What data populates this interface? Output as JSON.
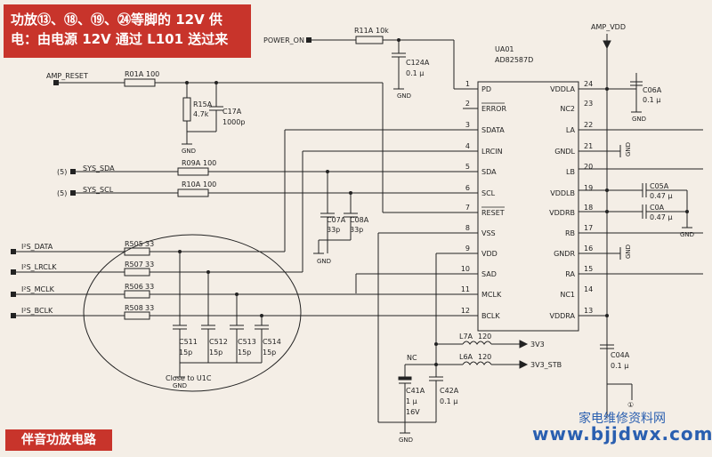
{
  "banner": {
    "line1": "功放⑬、⑱、⑲、㉔等脚的 12V 供",
    "line2": "电：由电源 12V 通过 L101 送过来"
  },
  "footer": {
    "label": "伴音功放电路"
  },
  "watermark": {
    "cn": "家电维修资料网",
    "url": "www.bjjdwx.com"
  },
  "ic": {
    "ref": "UA01",
    "part": "AD82587D",
    "left_pins": [
      {
        "num": "1",
        "name": "PD"
      },
      {
        "num": "2",
        "name": "ERROR"
      },
      {
        "num": "3",
        "name": "SDATA"
      },
      {
        "num": "4",
        "name": "LRCIN"
      },
      {
        "num": "5",
        "name": "SDA"
      },
      {
        "num": "6",
        "name": "SCL"
      },
      {
        "num": "7",
        "name": "RESET"
      },
      {
        "num": "8",
        "name": "VSS"
      },
      {
        "num": "9",
        "name": "VDD"
      },
      {
        "num": "10",
        "name": "SAD"
      },
      {
        "num": "11",
        "name": "MCLK"
      },
      {
        "num": "12",
        "name": "BCLK"
      }
    ],
    "right_pins": [
      {
        "num": "24",
        "name": "VDDLA"
      },
      {
        "num": "23",
        "name": "NC2"
      },
      {
        "num": "22",
        "name": "LA"
      },
      {
        "num": "21",
        "name": "GNDL"
      },
      {
        "num": "20",
        "name": "LB"
      },
      {
        "num": "19",
        "name": "VDDLB"
      },
      {
        "num": "18",
        "name": "VDDRB"
      },
      {
        "num": "17",
        "name": "RB"
      },
      {
        "num": "16",
        "name": "GNDR"
      },
      {
        "num": "15",
        "name": "RA"
      },
      {
        "num": "14",
        "name": "NC1"
      },
      {
        "num": "13",
        "name": "VDDRA"
      }
    ]
  },
  "nets": {
    "amp_vdd": "AMP_VDD",
    "power_on": "POWER_ON",
    "amp_reset": "AMP_RESET",
    "sys_sda": "SYS_SDA",
    "sys_scl": "SYS_SCL",
    "sda_tag": "(5)",
    "scl_tag": "(5)",
    "i2s_data": "I²S_DATA",
    "i2s_lrclk": "I²S_LRCLK",
    "i2s_mclk": "I²S_MCLK",
    "i2s_bclk": "I²S_BCLK",
    "v33": "3V3",
    "v33_stb": "3V3_STB",
    "gnd": "GND",
    "gnd_short": "GND",
    "close_to": "Close to U1C",
    "nc": "NC",
    "circle_num": "①"
  },
  "components": {
    "r11a": {
      "ref": "R11A",
      "val": "10k"
    },
    "c124a": {
      "ref": "C124A",
      "val": "0.1 μ"
    },
    "r01a": {
      "ref": "R01A",
      "val": "100"
    },
    "r15a": {
      "ref": "R15A",
      "val": "4.7k"
    },
    "c17a": {
      "ref": "C17A",
      "val": "1000p"
    },
    "r09a": {
      "ref": "R09A",
      "val": "100"
    },
    "r10a": {
      "ref": "R10A",
      "val": "100"
    },
    "c07a": {
      "ref": "C07A",
      "val": "33p"
    },
    "c08a": {
      "ref": "C08A",
      "val": "33p"
    },
    "r505": {
      "ref": "R505",
      "val": "33"
    },
    "r507": {
      "ref": "R507",
      "val": "33"
    },
    "r506": {
      "ref": "R506",
      "val": "33"
    },
    "r508": {
      "ref": "R508",
      "val": "33"
    },
    "c511": {
      "ref": "C511",
      "val": "15p"
    },
    "c512": {
      "ref": "C512",
      "val": "15p"
    },
    "c513": {
      "ref": "C513",
      "val": "15p"
    },
    "c514": {
      "ref": "C514",
      "val": "15p"
    },
    "c06a": {
      "ref": "C06A",
      "val": "0.1 μ"
    },
    "c05a": {
      "ref": "C05A",
      "val": "0.47 μ"
    },
    "c0a": {
      "ref": "C0A",
      "val": "0.47 μ"
    },
    "c04a": {
      "ref": "C04A",
      "val": "0.1 μ"
    },
    "l7a": {
      "ref": "L7A",
      "val": "120"
    },
    "l6a": {
      "ref": "L6A",
      "val": "120"
    },
    "c41a": {
      "ref": "C41A",
      "val": "1 μ",
      "volt": "16V"
    },
    "c42a": {
      "ref": "C42A",
      "val": "0.1 μ"
    }
  },
  "colors": {
    "banner": "#c8342b",
    "paper": "#f4eee6",
    "ink": "#222222",
    "watermark": "#2a5fb0"
  }
}
